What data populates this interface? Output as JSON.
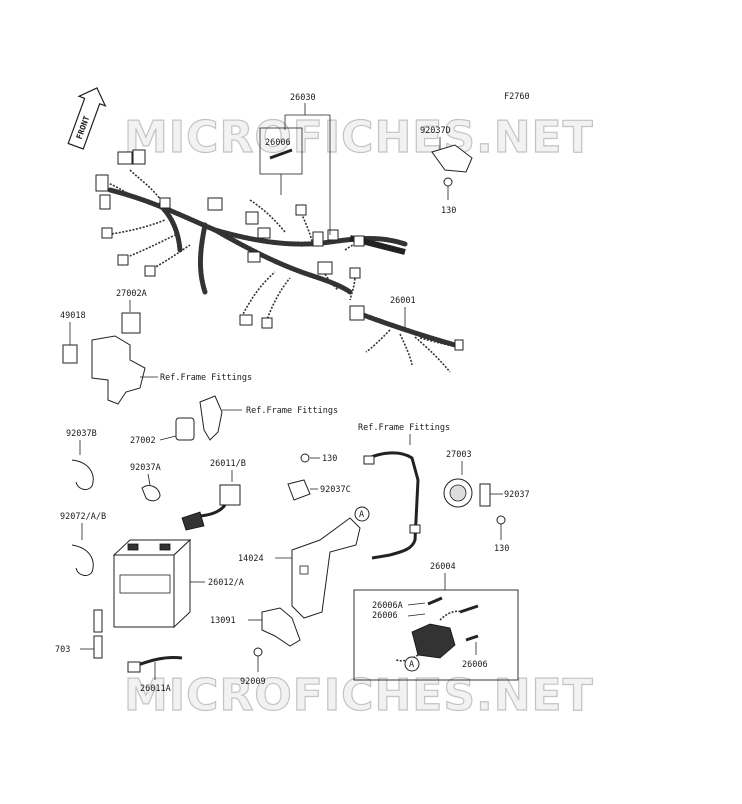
{
  "diagram_code": "F2760",
  "watermark": "MICROFICHES.NET",
  "front_label": "FRONT",
  "callouts": {
    "c26030": "26030",
    "c26006_top": "26006",
    "c92037D": "92037D",
    "c130_top": "130",
    "c27002A": "27002A",
    "c49018": "49018",
    "c26001": "26001",
    "ref1": "Ref.Frame Fittings",
    "ref2": "Ref.Frame Fittings",
    "ref3": "Ref.Frame Fittings",
    "c27002": "27002",
    "c92037B": "92037B",
    "c92037A": "92037A",
    "c26011B": "26011/B",
    "c130_mid": "130",
    "c27003": "27003",
    "c92037C": "92037C",
    "c92037": "92037",
    "c130_right": "130",
    "c92072": "92072/A/B",
    "c14024": "14024",
    "c26004": "26004",
    "c26012A": "26012/A",
    "c26006A": "26006A",
    "c26006_mid": "26006",
    "c13091": "13091",
    "c703": "703",
    "c92009": "92009",
    "c26006_bot": "26006",
    "c26011A": "26011A",
    "marker_a1": "A",
    "marker_a2": "A"
  }
}
